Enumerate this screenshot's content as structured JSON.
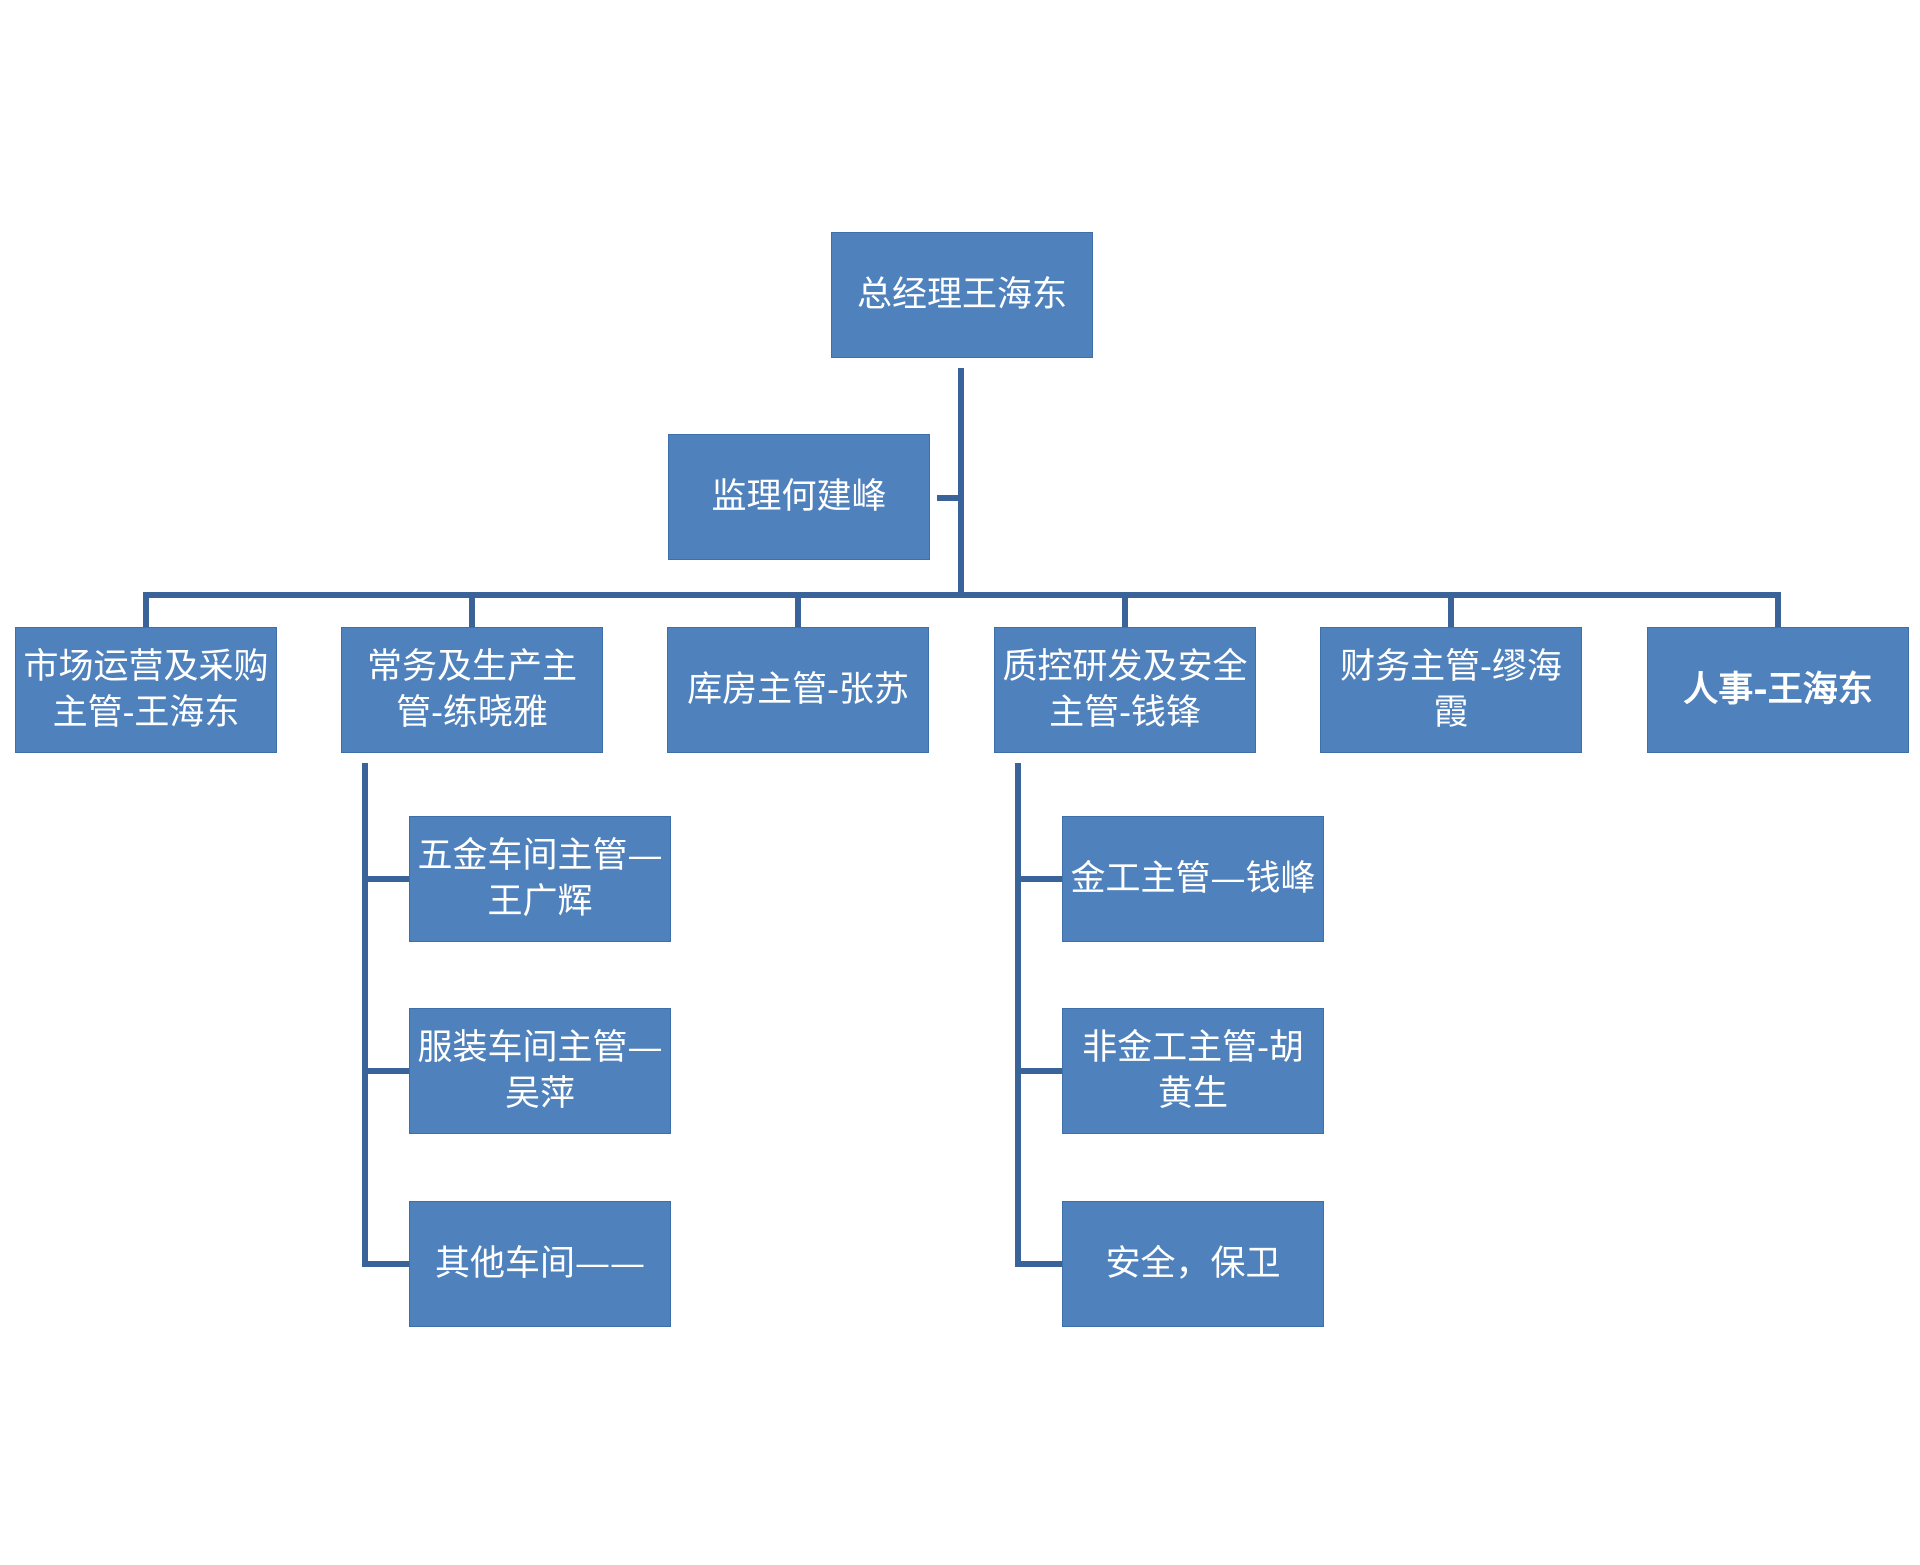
{
  "diagram": {
    "type": "org-chart",
    "colors": {
      "box_fill": "#4f81bd",
      "box_border": "#3f6fa8",
      "connector": "#3a6399",
      "text": "#ffffff"
    },
    "root": {
      "label": "总经理王海东"
    },
    "assistant": {
      "label": "监理何建峰"
    },
    "departments": [
      {
        "label": "市场运营及采购主管-王海东"
      },
      {
        "label": "常务及生产主管-练晓雅",
        "children": [
          {
            "label": "五金车间主管—王广辉"
          },
          {
            "label": "服装车间主管—吴萍"
          },
          {
            "label": "其他车间——"
          }
        ]
      },
      {
        "label": "库房主管-张苏"
      },
      {
        "label": "质控研发及安全主管-钱锋",
        "children": [
          {
            "label": "金工主管—钱峰"
          },
          {
            "label": "非金工主管-胡黄生"
          },
          {
            "label": "安全，保卫"
          }
        ]
      },
      {
        "label": "财务主管-缪海霞"
      },
      {
        "label": "人事-王海东"
      }
    ]
  }
}
